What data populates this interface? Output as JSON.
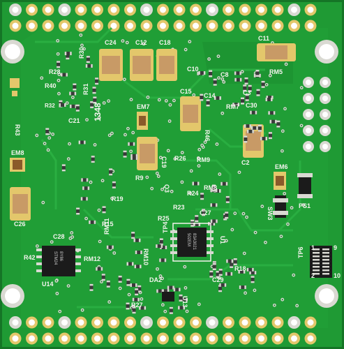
{
  "colors": {
    "pcb": "#1f9a34",
    "pcb_dark": "#157526",
    "trace": "#2bb043",
    "pad_gold": "#e3c76b",
    "pad_silver": "#d9d9d2",
    "silk": "#f4f4ee",
    "cap_body": "#c89a66",
    "chip": "#1b1b1b"
  },
  "labels": {
    "c24": "C24",
    "c12": "C12",
    "c18": "C18",
    "c11": "C11",
    "r30": "R30",
    "r28": "R28",
    "r40": "R40",
    "r31": "R31",
    "r32": "R32",
    "r43": "R43",
    "c10": "C10",
    "c8": "C8",
    "rm5": "RM5",
    "c15": "C15",
    "c14": "C14",
    "c3": "C3",
    "rm7": "RM7",
    "c30": "C30",
    "c21": "C21",
    "em7": "EM7",
    "r46": "R46",
    "em8": "EM8",
    "c19": "C19",
    "r26": "R26",
    "rm9": "RM9",
    "c2": "C2",
    "em6": "EM6",
    "r9": "R9",
    "q3": "Q3",
    "r19": "R19",
    "r24": "R24",
    "rm8": "RM8",
    "r23": "R23",
    "c27": "C27",
    "c26": "C26",
    "r15": "R15",
    "r25": "R25",
    "tp4": "TP4",
    "u1": "U1",
    "sw3": "SW3",
    "ps1": "PS1",
    "c28": "C28",
    "r42": "R42",
    "rm12": "RM12",
    "rm11": "RM11",
    "rm10": "RM10",
    "u14": "U14",
    "r18": "R18",
    "c29": "C29",
    "da2": "DA2",
    "r27": "R27",
    "u13": "U13",
    "tp6": "TP6",
    "j1": "1",
    "j9": "9",
    "j10": "10",
    "j2": "2",
    "top_mark": "1348",
    "chip_u14": "8Y86\nSTM24",
    "chip_u1": "83A3021\n502EM"
  }
}
